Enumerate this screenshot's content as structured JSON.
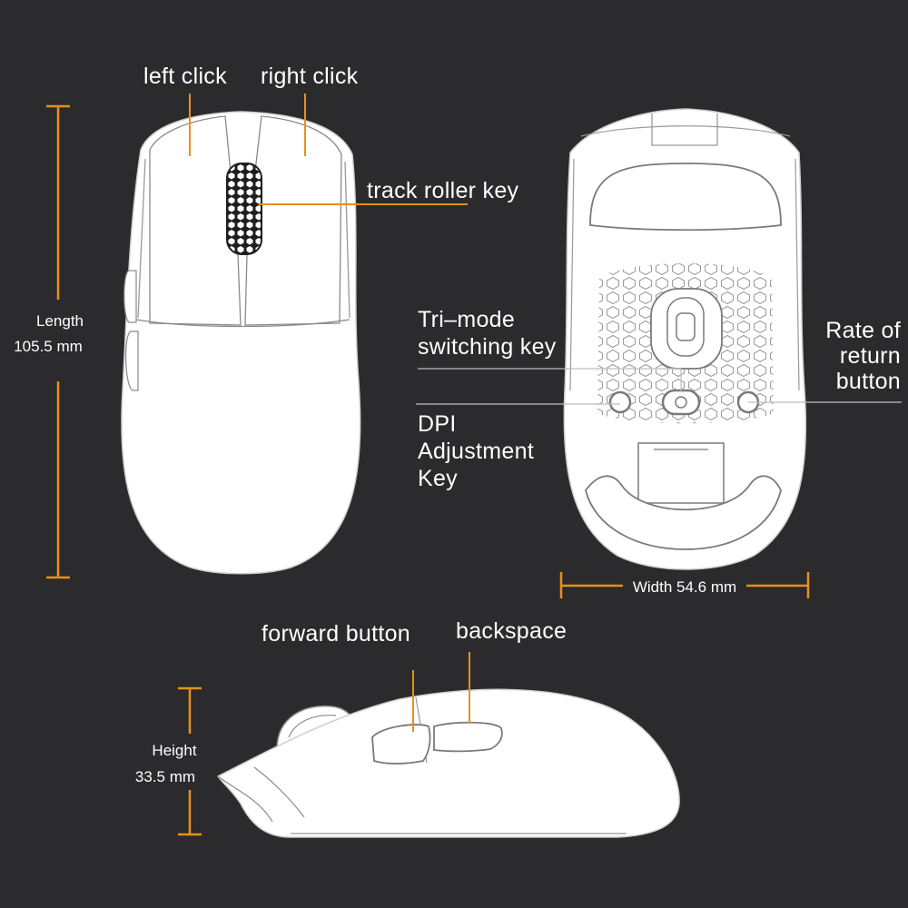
{
  "colors": {
    "background": "#2b2b2d",
    "accent": "#e8901a",
    "mouse_body": "#ffffff",
    "outline": "#8a8a8a"
  },
  "labels": {
    "left_click": "left click",
    "right_click": "right click",
    "track_roller_key": "track roller key",
    "length_title": "Length",
    "length_value": "105.5 mm",
    "tri_mode_line1": "Tri–mode",
    "tri_mode_line2": "switching key",
    "dpi_line1": "DPI",
    "dpi_line2": "Adjustment",
    "dpi_line3": "Key",
    "rate_line1": "Rate of",
    "rate_line2": "return",
    "rate_line3": "button",
    "width": "Width 54.6 mm",
    "forward_button": "forward button",
    "backspace": "backspace",
    "height_title": "Height",
    "height_value": "33.5 mm"
  }
}
